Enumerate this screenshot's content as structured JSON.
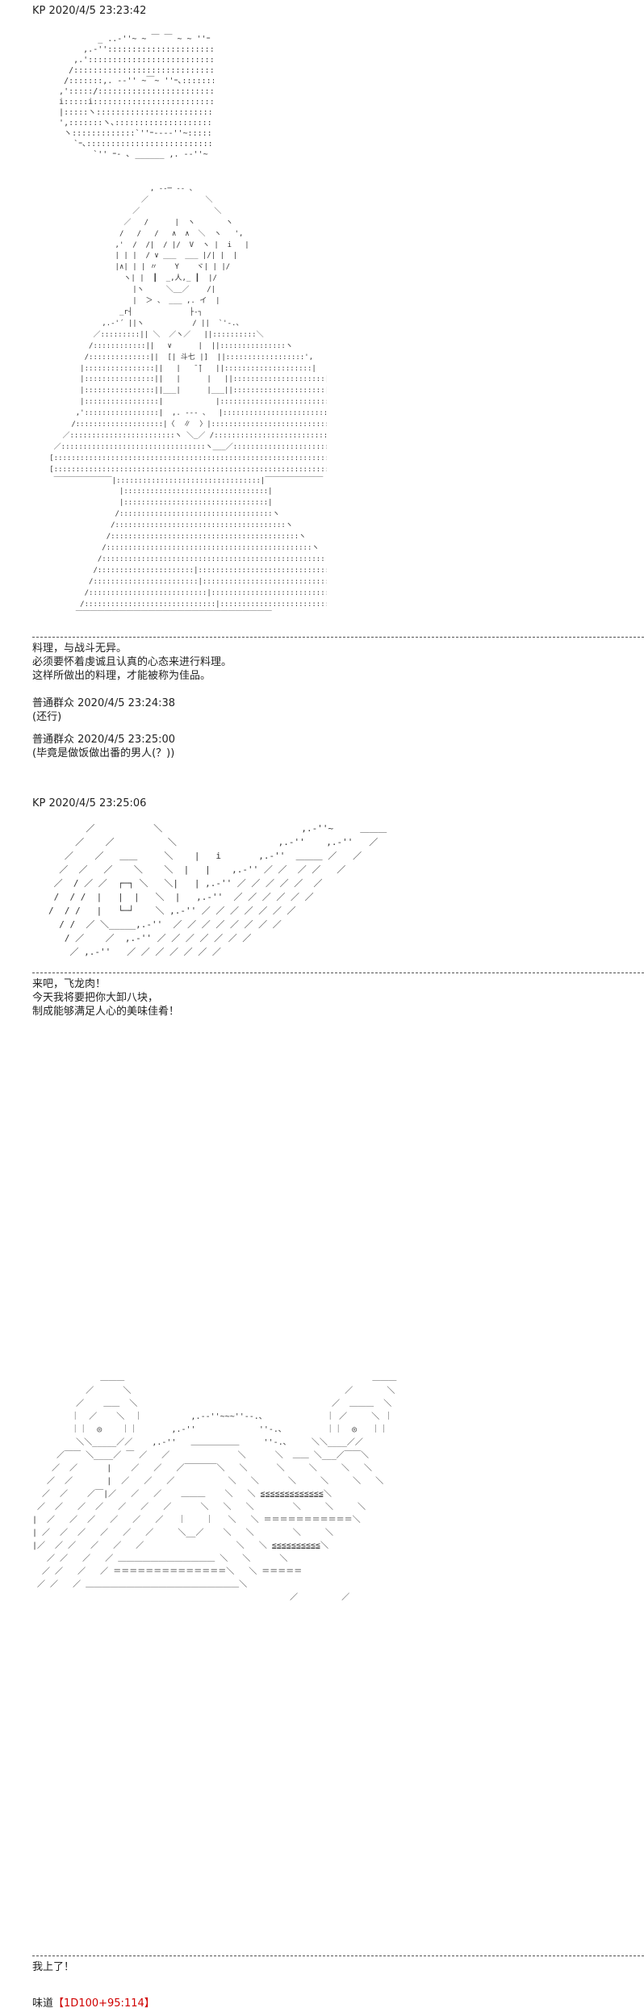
{
  "posts": [
    {
      "header": "KP 2020/4/5 23:23:42",
      "narration": "料理，与战斗无异。\n必须要怀着虔诚且认真的心态来进行料理。\n这样所做出的料理，才能被称为佳品。"
    },
    {
      "header": "KP 2020/4/5 23:25:06",
      "narration": "来吧，飞龙肉！\n今天我将要把你大卸八块，\n制成能够满足人心的美味佳肴！"
    }
  ],
  "replies": [
    {
      "header": "普通群众 2020/4/5 23:24:38",
      "text": "(还行)"
    },
    {
      "header": "普通群众 2020/4/5 23:25:00",
      "text": "(毕竟是做饭做出番的男人(？))"
    }
  ],
  "final_line": "我上了！",
  "dice": {
    "label": "味道",
    "open": "【",
    "result": "1D100+95:114",
    "close": "】"
  },
  "art": {
    "meat_slab": "           _ ..-''~ ~ ￣ ￣ ~ ~ ''ｰ ､,\n        ,.-''::::::::::::::::::::::::::::::::::::'ヽ\n      ,.'::::::::::::::::::::::::::::::::::::::::::::::::::ヽ\n     /::::::::::::::::::::::::::::::::::::::::::::::::::::::::::',\n    /:::::::,. -‐'' ~￣~ ''ｰ､:::::::::::::::::::::::::::::::::|\n   ,':::::/:::::::::::::::::::::::::::::ヽ:::::::::::::::::::::::::|\n   i:::::i::::::::::::::::::::::::::::::::::::i::::::::::::::::::::::::l\n   |:::::ヽ::::::::::::::::::::::::::::::::::/::::::::::::::::::::::::/\n   ',:::::::ヽ､:::::::::::::::::::::::::,.::'::::::::::::::::::::::::::/\n    ヽ:::::::::::::`''ｰ---‐''~::::::::::::::::::::::::::::::::,.'\n      `ｰ､:::::::::::::::::::::::::::::::::::::::::::::::,. -''\n          `'' ｰ- ､ ______ ,. -‐''~",
    "chef": "                          , -‐─ ‐- 、\n                        ／             ＼\n                      ／                 ＼\n                    ／   /      |  ヽ       ヽ\n                   /   /   /   ∧  ∧  ＼  ヽ   ',\n                  ,'  /  /|  / |/  V  ヽ |  i   |\n                  | | |  / ∨ ___  ___ |/| |  |\n                  |∧| | | 〃    Y    ヾ| | |/\n                    ヽ| |  ┃  _,人,_ ┃  |/\n                      |ヽ     ＼__／    /|\n                      |  ＞ 、 ___ ,. イ  |\n                   _r┤             ├‐┐\n               ,.‐'´ ||ヽ           / ||  `'‐.、\n             ／:::::::::|| ＼  ／ヽ／   ||::::::::::＼\n            /::::::::::::||   ∨      |  ||:::::::::::::::ヽ\n           /::::::::::::::||  [| 斗七 |]  ||::::::::::::::::::',\n          |::::::::::::::::||   |   ̄ ̄|   ||::::::::::::::::::::|\n          |::::::::::::::::||   |      |   ||:::::::::::::::::::::|\n          |::::::::::::::::||___|      |___||:::::::::::::::::::::|\n          |:::::::::::::::::|            |::::::::::::::::::::::::::|\n         ,':::::::::::::::::|  ,. --- 、  |:::::::::::::::::::::::::::',\n        /::::::::::::::::::::|〈  ∥  〉|::::::::::::::::::::::::::::ヽ\n      ／::::::::::::::::::::::::ヽ ＼_／ /::::::::::::::::::::::::::::::::＼\n    ／:::::::::::::::::::::::::::::::::ヽ___／:::::::::::::::::::::::::::::::::::::::＼\n   [::::::::::::::::::::::::::::::::::::::::::::::::::::::::::::::::::::::::::::::::::::]\n   [::::::::::::::::::::::::::::::::::::::::::::::::::::::::::::::::::::::::::::::::::::]\n    ￣￣￣￣￣￣￣￣|:::::::::::::::::::::::::::::::::|￣￣￣￣￣￣￣￣\n                   |:::::::::::::::::::::::::::::::::|\n                   |:::::::::::::::::::::::::::::::::|\n                  /:::::::::::::::::::::::::::::::::::ヽ\n                 /:::::::::::::::::::::::::::::::::::::::ヽ\n                /:::::::::::::::::::::::::::::::::::::::::::ヽ\n               /:::::::::::::::::::::::::::::::::::::::::::::::ヽ\n              /:::::::::::::::::::::::::::::::::::::::::::::::::::ヽ\n             /::::::::::::::::::::::|::::::::::::::::::::::::::::::::ヽ\n            /::::::::::::::::::::::::|:::::::::::::::::::::::::::::::::::ヽ\n           /:::::::::::::::::::::::::::|::::::::::::::::::::::::::::::::::::::ヽ\n          /::::::::::::::::::::::::::::::|:::::::::::::::::::::::::::::::::::::::::ヽ\n         ￣￣￣￣￣￣￣￣￣￣￣￣￣￣￣￣￣￣￣￣￣￣￣￣￣￣￣",
    "slash": "       ／           ＼                          ,.-''~     ＿＿＿\n     ／    ／          ＼                   ,.-''    ,.-''   ／\n   ／    ／   ＿＿     ＼    |   i       ,.-''  ＿＿＿ ／   ／\n  ／  ／   ／    ＼    ＼  |   |    ,.-'' ／ ／  ／ ／   ／\n ／  / ／ ／  ┌─┐ ＼   ＼|   | ,.-'' ／ ／ ／ ／ ／  ／\n /  / /  |   |  |   ＼  |   ,.-''  ／ ／ ／ ／ ／ ／\n/  / /   |   └─┘    ＼ ,.-'' ／ ／ ／ ／ ／ ／ ／\n  / /  ／ ＼_____,.-''  ／ ／ ／ ／ ／ ／ ／ ／\n   / ／    ／  ,.-'' ／ ／ ／ ／ ／ ／ ／\n    ／ ,.-''   ／ ／ ／ ／ ／ ／ ／",
    "action": "              ＿＿＿                                                   ＿＿＿\n           ／      ＼                                            ／       ＼\n         ／    ＿＿  ＼                                        ／  ＿＿＿  ＼\n        ｜  ／    ＼  ｜          ,.-‐''~~~''‐-.､             ｜ ／     ＼ ｜\n        ｜｜  ◎    ｜｜       ,.‐''             ''‐.､         ｜｜  ◎   ｜｜\n         ＼＼_____／／    ,.-''   ＿＿＿＿＿＿     ''-.､     ＼＼____／／\n     ／￣￣ ＼____／ ￣ ／   ／              ＼      ＼  ＿＿ ＼___／￣￣＼\n    ／  ／      |    ／   ／   ／￣￣￣￣＼   ＼      ＼     ＼     ＼   ＼\n   ／  ／       |  ／   ／   ／           ＼   ＼      ＼     ＼     ＼   ＼\n  ／  ／    ／￣|／   ／   ／    ＿＿＿    ＼   ＼ ≦≦≦≦≦≦≦≦≦≦≦≦≦＼\n ／  ／   ／  ／   ／   ／   ／      ＼   ＼   ＼        ＼     ＼     ＼\n|  ／   ／  ／   ／   ／   ／   ｜    ｜   ＼   ＼ ＝＝＝＝＝＝＝＝＝＝＝＼\n| ／  ／  ／   ／   ／   ／     ＼__／    ＼   ＼        ＼     ＼\n|／  ／ ／   ／   ／   ／                   ＼   ＼ ≦≦≦≦≦≦≦≦≦≦＼\n   ／ ／   ／   ／ ＿＿＿＿＿＿＿＿＿＿＿＿ ＼   ＼      ＼\n  ／ ／   ／   ／ ＝＝＝＝＝＝＝＝＝＝＝＝＝＝＼   ＼ ＝＝＝＝＝\n ／ ／   ／ ＿＿＿＿＿＿＿＿＿＿＿＿＿＿＿＿＿＿＿＼\n                                                     ／         ／"
  }
}
